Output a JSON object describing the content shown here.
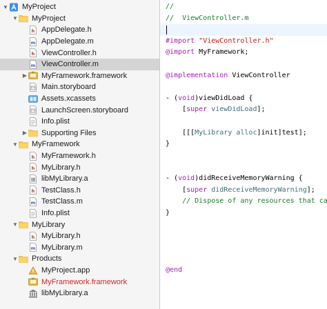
{
  "navigator": {
    "rows": [
      {
        "label": "MyProject",
        "icon": "project-icon",
        "indent": 0,
        "disclosure": "open"
      },
      {
        "label": "MyProject",
        "icon": "folder-icon",
        "indent": 1,
        "disclosure": "open"
      },
      {
        "label": "AppDelegate.h",
        "icon": "header-file-icon",
        "indent": 2,
        "disclosure": "none"
      },
      {
        "label": "AppDelegate.m",
        "icon": "source-file-icon",
        "indent": 2,
        "disclosure": "none"
      },
      {
        "label": "ViewController.h",
        "icon": "header-file-icon",
        "indent": 2,
        "disclosure": "none"
      },
      {
        "label": "ViewController.m",
        "icon": "source-file-icon",
        "indent": 2,
        "disclosure": "none",
        "selected": true
      },
      {
        "label": "MyFramework.framework",
        "icon": "framework-icon",
        "indent": 2,
        "disclosure": "closed"
      },
      {
        "label": "Main.storyboard",
        "icon": "storyboard-icon",
        "indent": 2,
        "disclosure": "none"
      },
      {
        "label": "Assets.xcassets",
        "icon": "asset-catalog-icon",
        "indent": 2,
        "disclosure": "none"
      },
      {
        "label": "LaunchScreen.storyboard",
        "icon": "storyboard-icon",
        "indent": 2,
        "disclosure": "none"
      },
      {
        "label": "Info.plist",
        "icon": "plist-file-icon",
        "indent": 2,
        "disclosure": "none"
      },
      {
        "label": "Supporting Files",
        "icon": "folder-icon",
        "indent": 2,
        "disclosure": "closed"
      },
      {
        "label": "MyFramework",
        "icon": "folder-icon",
        "indent": 1,
        "disclosure": "open"
      },
      {
        "label": "MyFramework.h",
        "icon": "header-file-icon",
        "indent": 2,
        "disclosure": "none"
      },
      {
        "label": "MyLibrary.h",
        "icon": "header-file-icon",
        "indent": 2,
        "disclosure": "none"
      },
      {
        "label": "libMyLibrary.a",
        "icon": "library-file-icon",
        "indent": 2,
        "disclosure": "none"
      },
      {
        "label": "TestClass.h",
        "icon": "header-file-icon",
        "indent": 2,
        "disclosure": "none"
      },
      {
        "label": "TestClass.m",
        "icon": "source-file-icon",
        "indent": 2,
        "disclosure": "none"
      },
      {
        "label": "Info.plist",
        "icon": "plist-file-icon",
        "indent": 2,
        "disclosure": "none"
      },
      {
        "label": "MyLibrary",
        "icon": "folder-icon",
        "indent": 1,
        "disclosure": "open"
      },
      {
        "label": "MyLibrary.h",
        "icon": "header-file-icon",
        "indent": 2,
        "disclosure": "none"
      },
      {
        "label": "MyLibrary.m",
        "icon": "source-file-icon",
        "indent": 2,
        "disclosure": "none"
      },
      {
        "label": "Products",
        "icon": "folder-icon",
        "indent": 1,
        "disclosure": "open"
      },
      {
        "label": "MyProject.app",
        "icon": "app-product-icon",
        "indent": 2,
        "disclosure": "none"
      },
      {
        "label": "MyFramework.framework",
        "icon": "framework-icon",
        "indent": 2,
        "disclosure": "none",
        "red": true
      },
      {
        "label": "libMyLibrary.a",
        "icon": "static-library-icon",
        "indent": 2,
        "disclosure": "none"
      }
    ]
  },
  "editor": {
    "current_line": 2,
    "lines": [
      [
        {
          "t": "//",
          "c": "comment"
        }
      ],
      [
        {
          "t": "//  ViewController.m",
          "c": "comment"
        }
      ],
      [],
      [
        {
          "t": "#import ",
          "c": "keyword"
        },
        {
          "t": "\"ViewController.h\"",
          "c": "string"
        }
      ],
      [
        {
          "t": "@import ",
          "c": "keyword"
        },
        {
          "t": "MyFramework;",
          "c": "plain"
        }
      ],
      [],
      [
        {
          "t": "@implementation ",
          "c": "keyword"
        },
        {
          "t": "ViewController",
          "c": "plain"
        }
      ],
      [],
      [
        {
          "t": "- (",
          "c": "plain"
        },
        {
          "t": "void",
          "c": "keyword"
        },
        {
          "t": ")viewDidLoad {",
          "c": "plain"
        }
      ],
      [
        {
          "t": "    [",
          "c": "plain"
        },
        {
          "t": "super",
          "c": "keyword"
        },
        {
          "t": " ",
          "c": "plain"
        },
        {
          "t": "viewDidLoad",
          "c": "class"
        },
        {
          "t": "];",
          "c": "plain"
        }
      ],
      [],
      [
        {
          "t": "    [[[",
          "c": "plain"
        },
        {
          "t": "MyLibrary",
          "c": "class"
        },
        {
          "t": " ",
          "c": "plain"
        },
        {
          "t": "alloc",
          "c": "class"
        },
        {
          "t": "]init]test];",
          "c": "plain"
        }
      ],
      [
        {
          "t": "}",
          "c": "plain"
        }
      ],
      [],
      [],
      [
        {
          "t": "- (",
          "c": "plain"
        },
        {
          "t": "void",
          "c": "keyword"
        },
        {
          "t": ")didReceiveMemoryWarning {",
          "c": "plain"
        }
      ],
      [
        {
          "t": "    [",
          "c": "plain"
        },
        {
          "t": "super",
          "c": "keyword"
        },
        {
          "t": " ",
          "c": "plain"
        },
        {
          "t": "didReceiveMemoryWarning",
          "c": "class"
        },
        {
          "t": "];",
          "c": "plain"
        }
      ],
      [
        {
          "t": "    // Dispose of any resources that can",
          "c": "comment"
        }
      ],
      [
        {
          "t": "}",
          "c": "plain"
        }
      ],
      [],
      [],
      [],
      [],
      [
        {
          "t": "@end",
          "c": "keyword"
        }
      ]
    ]
  },
  "colors": {
    "comment": "#1f7a2c",
    "keyword": "#a61caf",
    "string": "#c41a16",
    "class": "#3f6f74",
    "selection": "#d4d4d4",
    "current_line": "#ecf5ff",
    "red_item": "#cc2a2a"
  }
}
